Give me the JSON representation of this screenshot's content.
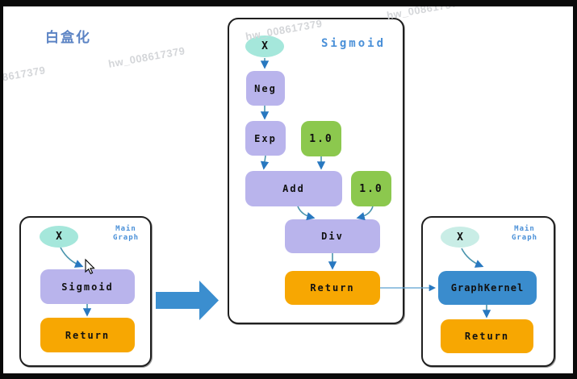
{
  "frame": {
    "title": "白盒化"
  },
  "watermark": {
    "text": "hw_008617379"
  },
  "colors": {
    "accent_label_blue": "#4a90d8",
    "title_blue": "#5b83c4",
    "node_teal": "#a5e7db",
    "node_lavender": "#b9b4ec",
    "node_green": "#8cc84e",
    "node_orange": "#f7a702",
    "node_kernel_blue": "#3a8ccd",
    "big_arrow_blue": "#3b8ecf",
    "edge_teal": "#4a94ad"
  },
  "left_panel": {
    "corner_label": [
      "Main",
      "Graph"
    ],
    "nodes": {
      "x": "X",
      "sigmoid": "Sigmoid",
      "return": "Return"
    }
  },
  "middle_panel": {
    "title": "Sigmoid",
    "nodes": {
      "x": "X",
      "neg": "Neg",
      "exp": "Exp",
      "const1": "1.0",
      "add": "Add",
      "const2": "1.0",
      "div": "Div",
      "return": "Return"
    }
  },
  "right_panel": {
    "corner_label": [
      "Main",
      "Graph"
    ],
    "nodes": {
      "x": "X",
      "graphkernel": "GraphKernel",
      "return": "Return"
    }
  }
}
